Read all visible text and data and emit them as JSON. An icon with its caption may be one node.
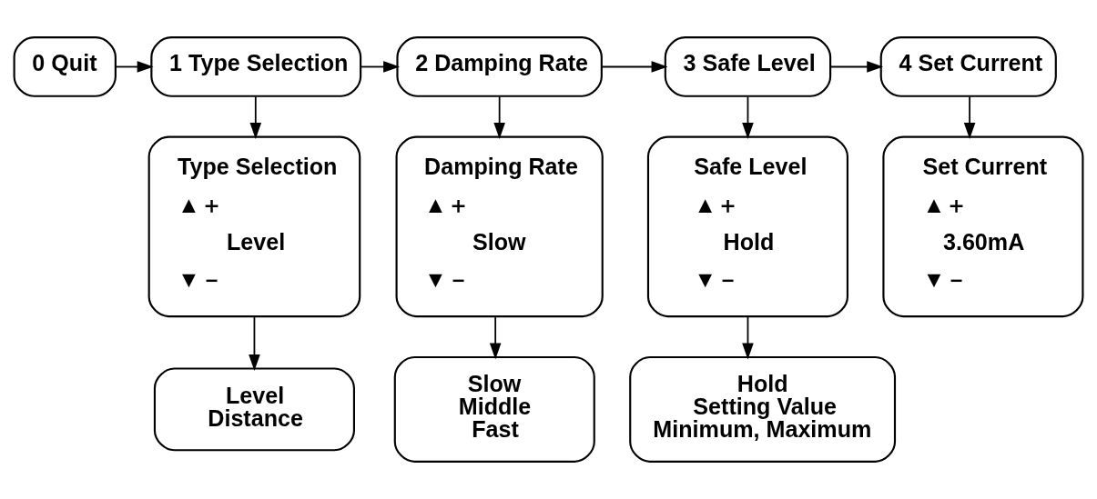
{
  "diagram": {
    "nodes": [
      {
        "text": [
          "0 Quit"
        ]
      },
      {
        "text": [
          "1 Type Selection"
        ]
      },
      {
        "text": [
          "2 Damping Rate"
        ]
      },
      {
        "text": [
          "3 Safe Level"
        ]
      },
      {
        "text": [
          "4 Set Current"
        ]
      },
      {
        "text": [
          "Type Selection",
          "▲＋",
          "Level",
          "▼－"
        ]
      },
      {
        "text": [
          "Damping Rate",
          "▲＋",
          "Slow",
          "▼－"
        ]
      },
      {
        "text": [
          "Safe Level",
          "▲＋",
          "Hold",
          "▼－"
        ]
      },
      {
        "text": [
          "Set Current",
          "▲＋",
          "3.60mA",
          "▼－"
        ]
      },
      {
        "text": [
          "Level",
          "Distance"
        ]
      },
      {
        "text": [
          "Slow",
          "Middle",
          "Fast"
        ]
      },
      {
        "text": [
          "Hold",
          "Setting Value",
          "Minimum, Maximum"
        ]
      }
    ],
    "edges": [
      {
        "from": 0,
        "to": 1,
        "arrow": "to"
      },
      {
        "from": 1,
        "to": 2,
        "arrow": "to"
      },
      {
        "from": 2,
        "to": 3,
        "arrow": "to"
      },
      {
        "from": 3,
        "to": 4,
        "arrow": "to"
      },
      {
        "from": 1,
        "to": 5,
        "arrow": "to"
      },
      {
        "from": 2,
        "to": 6,
        "arrow": "to"
      },
      {
        "from": 3,
        "to": 7,
        "arrow": "to"
      },
      {
        "from": 4,
        "to": 8,
        "arrow": "to"
      },
      {
        "from": 5,
        "to": 9,
        "arrow": "to"
      },
      {
        "from": 6,
        "to": 10,
        "arrow": "to"
      },
      {
        "from": 7,
        "to": 11,
        "arrow": "to"
      }
    ]
  }
}
